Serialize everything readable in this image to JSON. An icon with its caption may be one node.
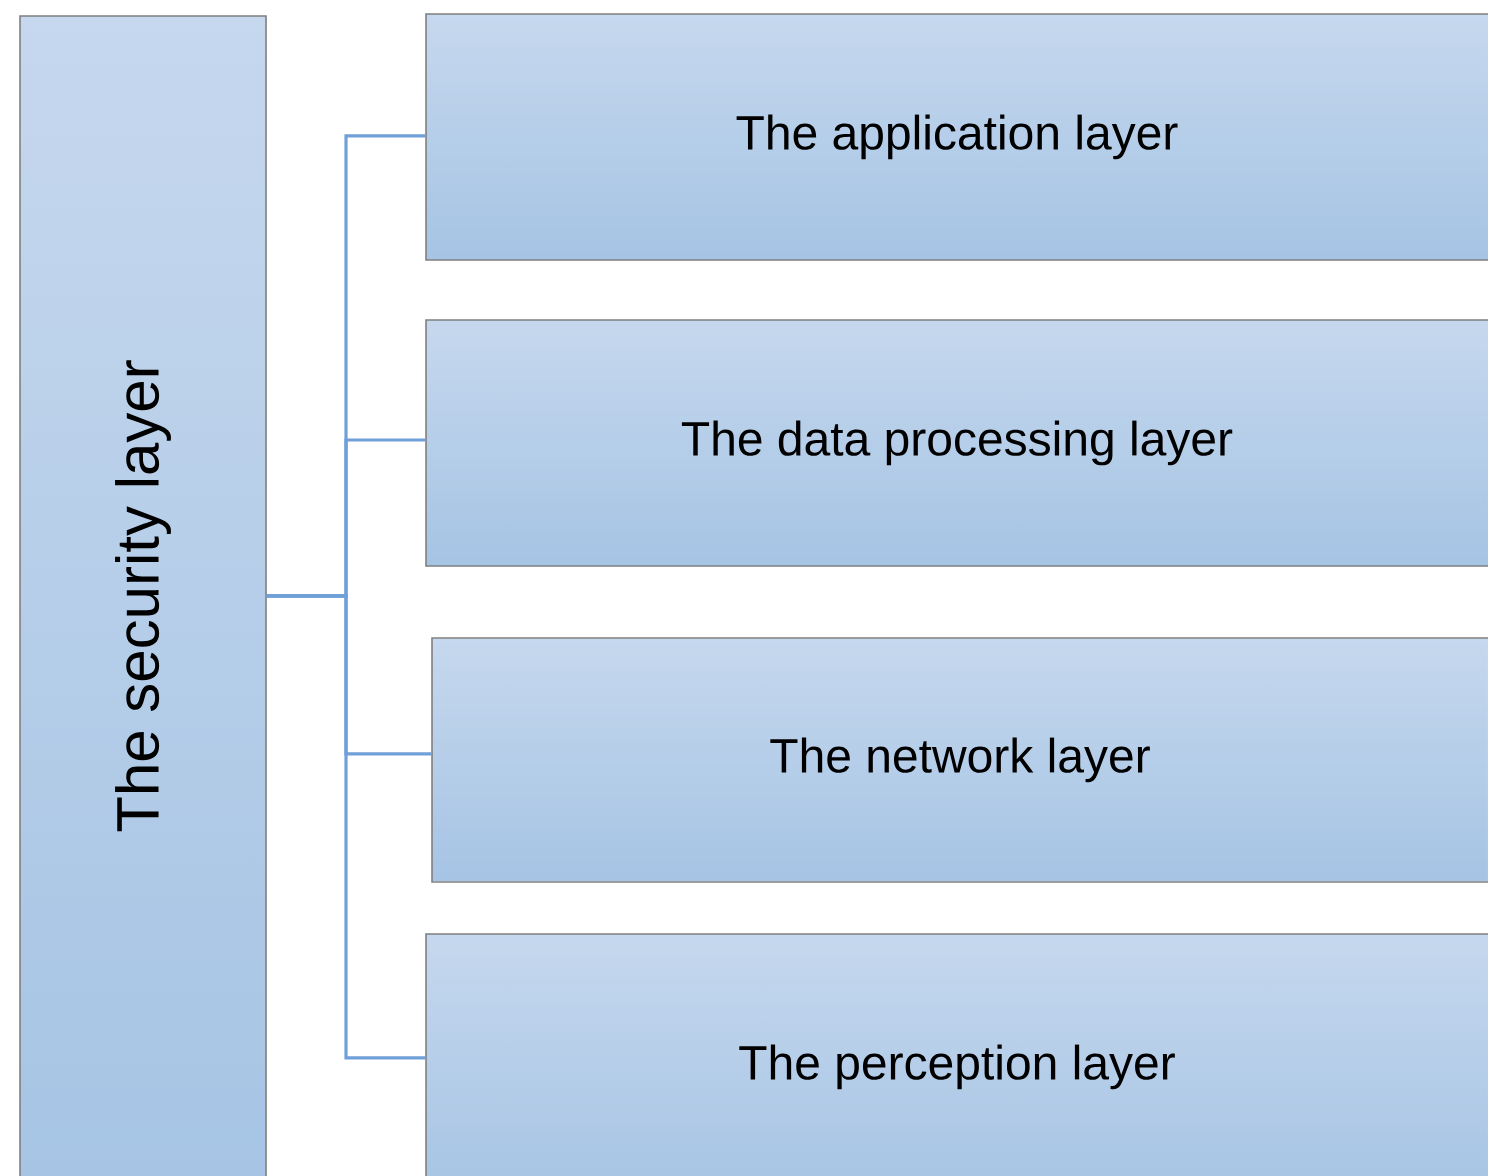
{
  "diagram": {
    "nodes": [
      {
        "text": [
          "The security layer"
        ]
      },
      {
        "text": [
          "The application layer"
        ]
      },
      {
        "text": [
          "The data processing layer"
        ]
      },
      {
        "text": [
          "The network layer"
        ]
      },
      {
        "text": [
          "The perception layer"
        ]
      }
    ],
    "edges": [
      {
        "from": 0,
        "to": 1,
        "arrow": "none"
      },
      {
        "from": 0,
        "to": 2,
        "arrow": "none"
      },
      {
        "from": 0,
        "to": 3,
        "arrow": "none"
      },
      {
        "from": 0,
        "to": 4,
        "arrow": "none"
      }
    ]
  }
}
